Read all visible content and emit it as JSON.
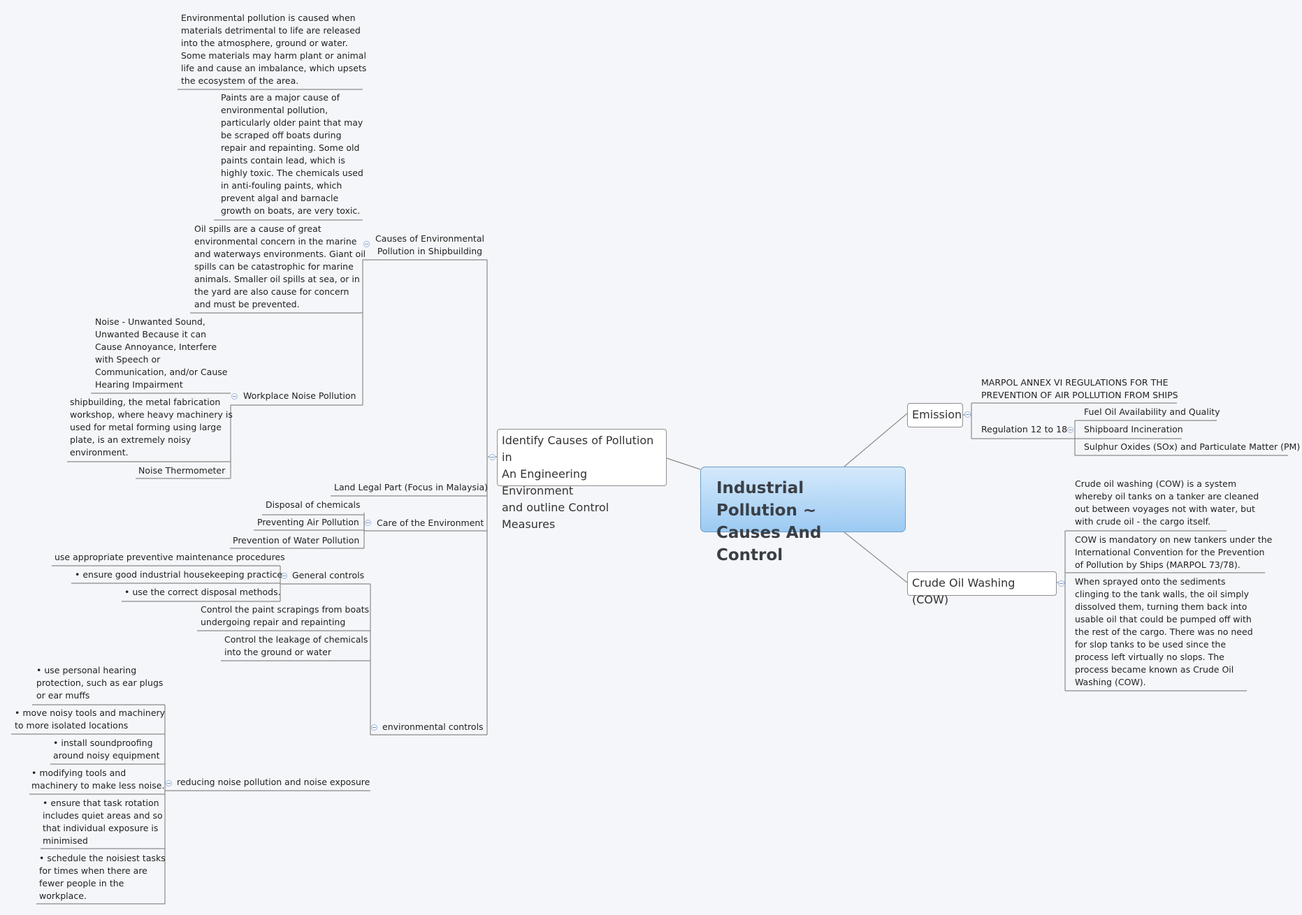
{
  "central": {
    "title": "Industrial Pollution ~\nCauses And Control"
  },
  "main_left": {
    "title": "Identify Causes of Pollution in\nAn Engineering Environment\nand outline Control Measures"
  },
  "causes": {
    "label": "Causes of Environmental\nPollution in Shipbuilding",
    "env_def": "Environmental pollution is caused when\nmaterials detrimental to life are released\ninto the atmosphere, ground or water.\nSome materials may harm plant or animal\nlife and cause an imbalance, which upsets\nthe ecosystem of the area.",
    "paints": "Paints are a major cause of\nenvironmental pollution,\nparticularly older paint that may\nbe scraped off boats during\nrepair and repainting. Some old\npaints contain lead, which is\nhighly toxic. The chemicals used\nin anti-fouling paints, which\nprevent algal and barnacle\ngrowth on boats, are very toxic.",
    "oil_spills": "Oil spills are a cause of great\nenvironmental concern in the marine\nand waterways environments. Giant oil\nspills can be catastrophic for marine\nanimals. Smaller oil spills at sea, or in\nthe yard are also cause for concern\nand must be prevented."
  },
  "noise": {
    "label": "Workplace Noise Pollution",
    "definition": "Noise - Unwanted Sound,\nUnwanted Because it can\nCause Annoyance, Interfere\nwith Speech or\nCommunication, and/or Cause\nHearing Impairment",
    "shipbuilding": "shipbuilding, the metal fabrication\nworkshop, where heavy machinery is\nused for metal forming using large\nplate, is an extremely noisy\nenvironment.",
    "thermometer": "Noise Thermometer"
  },
  "land_legal": "Land Legal Part (Focus in Malaysia)",
  "care": {
    "label": "Care of the Environment",
    "items": [
      "Disposal of chemicals",
      "Preventing Air Pollution",
      "Prevention of Water Pollution"
    ]
  },
  "controls": {
    "label": "environmental controls",
    "general": {
      "label": "General controls",
      "items": [
        "use appropriate preventive maintenance procedures",
        "• ensure good industrial housekeeping practice",
        "• use the correct disposal methods."
      ]
    },
    "paint_scrapings": "Control the paint scrapings from boats\nundergoing repair and repainting",
    "leakage": "Control the leakage of chemicals\ninto the ground or water",
    "reducing": {
      "label": "reducing noise pollution and noise exposure",
      "items": [
        "• use personal hearing\nprotection, such as ear plugs\nor ear muffs",
        "• move noisy tools and machinery\nto more isolated locations",
        "• install soundproofing\naround noisy equipment",
        "• modifying tools and\nmachinery to make less noise.",
        "• ensure that task rotation\nincludes quiet areas and so\nthat individual exposure is\nminimised",
        "• schedule the noisiest tasks\nfor times when there are\nfewer people in the\nworkplace."
      ]
    }
  },
  "emission": {
    "label": "Emission",
    "marpol": "MARPOL ANNEX VI REGULATIONS FOR THE\nPREVENTION OF AIR POLLUTION FROM SHIPS",
    "regulation": {
      "label": "Regulation 12 to 18",
      "items": [
        "Fuel Oil Availability and Quality",
        "Shipboard Incineration",
        "Sulphur Oxides (SOx) and Particulate Matter (PM)"
      ]
    }
  },
  "cow": {
    "label": "Crude Oil Washing (COW)",
    "items": [
      "Crude oil washing (COW) is a system\nwhereby oil tanks on a tanker are cleaned\nout between voyages not with water, but\nwith crude oil - the cargo itself.",
      "COW is mandatory on new tankers under the\nInternational Convention for the Prevention\nof Pollution by Ships (MARPOL 73/78).",
      "When sprayed onto the sediments\nclinging to the tank walls, the oil simply\ndissolved them, turning them back into\nusable oil that could be pumped off with\nthe rest of the cargo. There was no need\nfor slop tanks to be used since the\nprocess left virtually no slops. The\nprocess became known as Crude Oil\nWashing (COW)."
    ]
  },
  "colors": {
    "central_top": "#d4e9fb",
    "central_bottom": "#9ccaf3",
    "connector": "#8a8a8a",
    "collapse": "#9cb6d8"
  }
}
